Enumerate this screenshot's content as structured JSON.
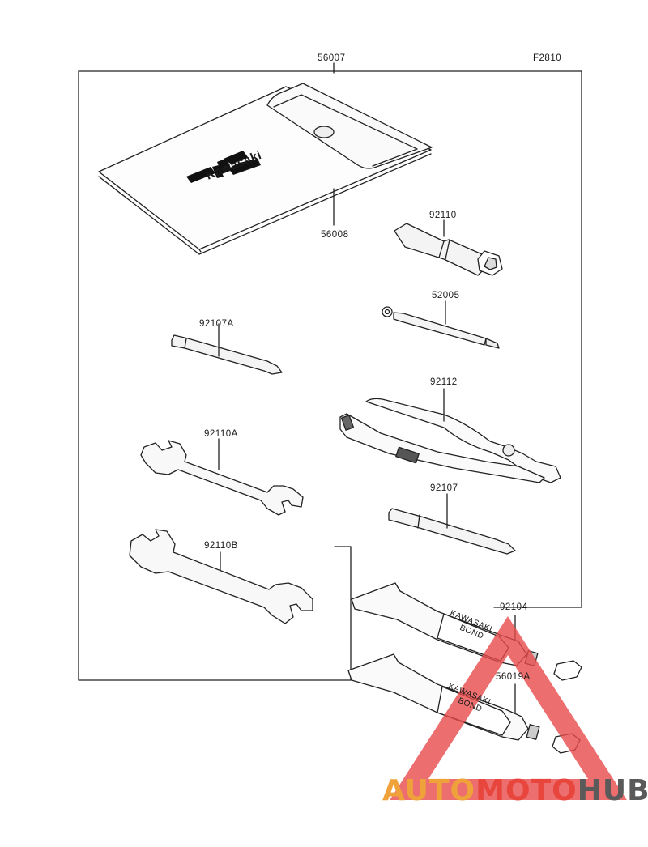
{
  "figure_code": "F2810",
  "brand_logo_text": "Kawasaki",
  "tube_label_line1": "KAWASAKI",
  "tube_label_line2": "BOND",
  "parts": {
    "p56007": "56007",
    "p56008": "56008",
    "p92110": "92110",
    "p52005": "52005",
    "p92107A": "92107A",
    "p92112": "92112",
    "p92110A": "92110A",
    "p92107": "92107",
    "p92110B": "92110B",
    "p92104": "92104",
    "p56019A": "56019A"
  },
  "watermark": {
    "part1": "AUTO",
    "part2": "MOTO",
    "part3": "HUB",
    "colors": {
      "orange": "#f0a23a",
      "red": "#e8453c",
      "gray": "#5a5a5a",
      "triangle": "#e84a4a"
    }
  }
}
